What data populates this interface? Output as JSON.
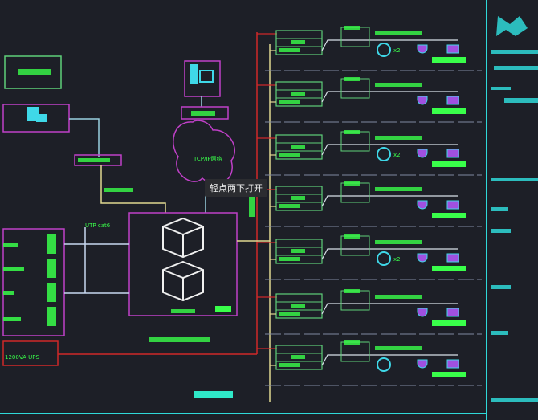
{
  "diagram": {
    "network_label": "TCP/IP网络",
    "utp_label": "UTP cat6",
    "ups_label": "1200VA UPS",
    "branch_count_markers": [
      "x2",
      "x2",
      "x2"
    ]
  },
  "tooltip": {
    "text": "轻点两下打开"
  },
  "colors": {
    "background": "#1d1f27",
    "label_green": "#39ff4a",
    "frame_magenta": "#c040c8",
    "wire_red": "#d02828",
    "wire_white": "#d8e0e8",
    "title_block_cyan": "#2fd8d8"
  }
}
